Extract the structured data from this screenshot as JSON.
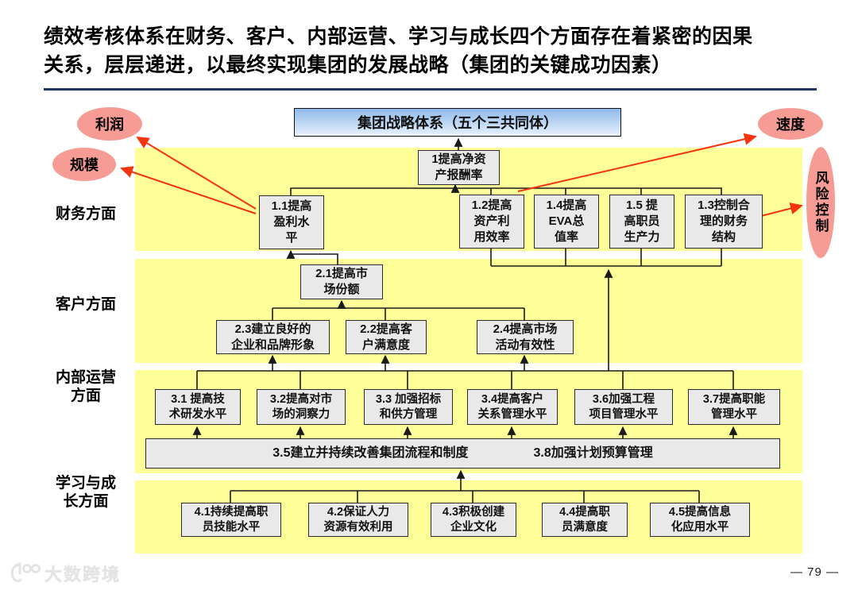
{
  "title": {
    "line1": "绩效考核体系在财务、客户、内部运营、学习与成长四个方面存在着紧密的因果",
    "line2": "关系，层层递进，以最终实现集团的发展战略（集团的关键成功因素）"
  },
  "header": {
    "strategy_system": "集团战略体系（五个三共同体）"
  },
  "ellipses": {
    "profit": "利润",
    "scale": "规模",
    "speed": "速度",
    "risk": "风险控制"
  },
  "section_labels": {
    "finance": "财务方面",
    "customer": "客户方面",
    "internal": "内部运营\n方面",
    "learning": "学习与成\n长方面"
  },
  "boxes": {
    "roe": "1提高净资\n产报酬率",
    "b11": "1.1提高\n盈利水\n平",
    "b12": "1.2提高\n资产利\n用效率",
    "b14": "1.4提高\nEVA总\n值率",
    "b15": "1.5 提\n高职员\n生产力",
    "b13": "1.3控制合\n理的财务\n结构",
    "b21": "2.1提高市\n场份额",
    "b23": "2.3建立良好的\n企业和品牌形象",
    "b22": "2.2提高客\n户满意度",
    "b24": "2.4提高市场\n活动有效性",
    "b31": "3.1 提高技\n术研发水平",
    "b32": "3.2提高对市\n场的洞察力",
    "b33": "3.3 加强招标\n和供方管理",
    "b34": "3.4提高客户\n关系管理水平",
    "b36": "3.6加强工程\n项目管理水平",
    "b37": "3.7提高职能\n管理水平",
    "b35": "3.5建立并持续改善集团流程和制度",
    "b38": "3.8加强计划预算管理",
    "b41": "4.1持续提高职\n员技能水平",
    "b42": "4.2保证人力\n资源有效利用",
    "b43": "4.3积极创建\n企业文化",
    "b44": "4.4提高职\n员满意度",
    "b45": "4.5提高信息\n化应用水平"
  },
  "footer": {
    "logo_text": "大数跨境",
    "page_number": "— 79 —"
  },
  "colors": {
    "band_yellow": "#FFFF99",
    "node_fill": "#E9E9E9",
    "strategy_blue_top": "#8FB9EA",
    "strategy_blue_bottom": "#E9F2FC",
    "ellipse_pink": "#F79C94",
    "arrow_red": "#F5340F",
    "title_rule_blue": "#1F3864"
  }
}
